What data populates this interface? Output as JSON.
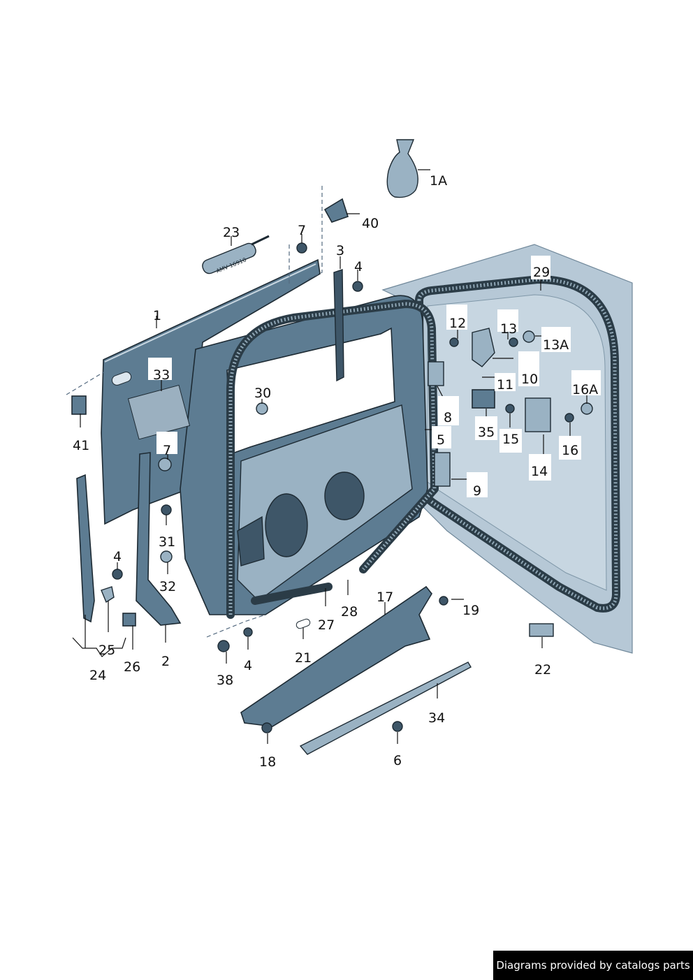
{
  "diagram": {
    "labels": [
      "1A",
      "40",
      "23",
      "7",
      "3",
      "4",
      "29",
      "1",
      "12",
      "13",
      "13A",
      "33",
      "30",
      "11",
      "10",
      "16A",
      "8",
      "35",
      "15",
      "16",
      "5",
      "14",
      "41",
      "7",
      "9",
      "31",
      "4",
      "32",
      "17",
      "19",
      "28",
      "27",
      "22",
      "25",
      "26",
      "2",
      "21",
      "4",
      "24",
      "38",
      "34",
      "18",
      "6"
    ],
    "inscription": "AMV 16910"
  },
  "footer": {
    "text": "Diagrams provided by catalogs parts"
  }
}
